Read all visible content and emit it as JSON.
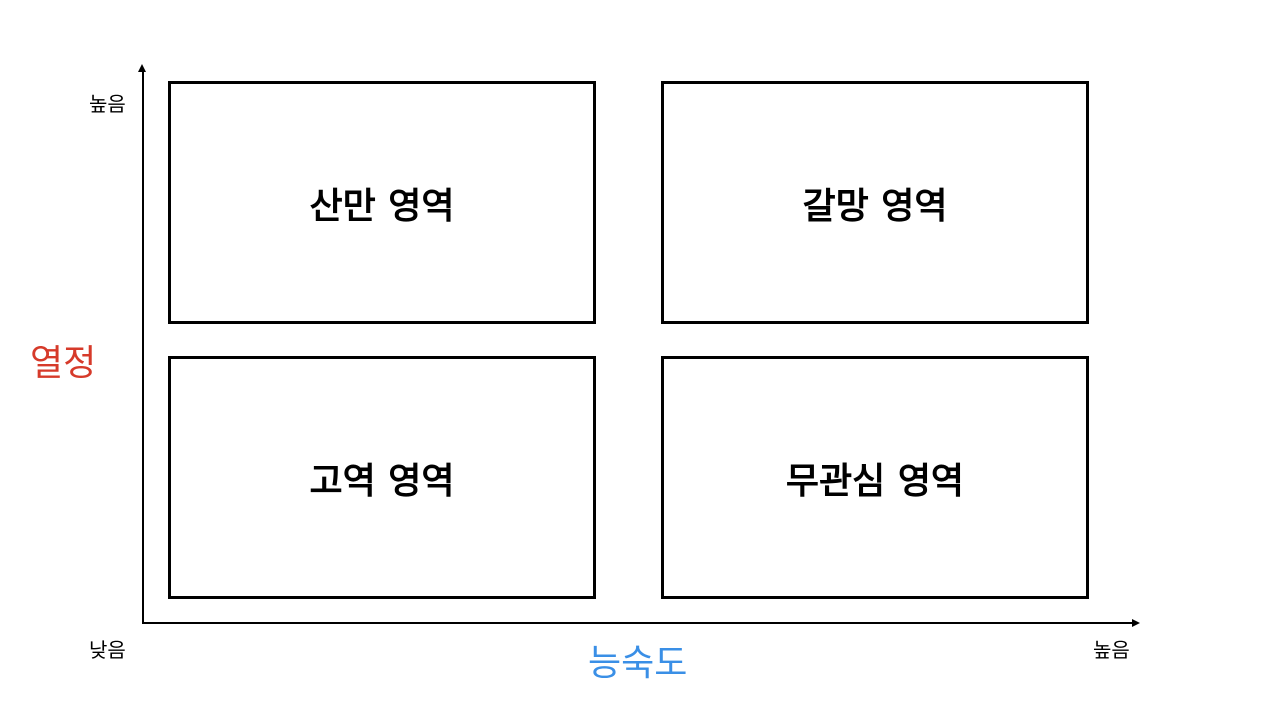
{
  "chart_data": {
    "type": "quadrant",
    "title": "",
    "xlabel": "능숙도",
    "ylabel": "열정",
    "x_axis": {
      "low": "낮음",
      "high": "높음",
      "color": "#3a8fe6"
    },
    "y_axis": {
      "low": "낮음",
      "high": "높음",
      "color": "#d63a2a"
    },
    "quadrants": [
      {
        "position": "top-left",
        "label": "산만 영역"
      },
      {
        "position": "top-right",
        "label": "갈망 영역"
      },
      {
        "position": "bottom-left",
        "label": "고역 영역"
      },
      {
        "position": "bottom-right",
        "label": "무관심 영역"
      }
    ]
  },
  "axes": {
    "y_label": "열정",
    "y_high": "높음",
    "x_label": "능숙도",
    "x_high": "높음",
    "origin_low": "낮음"
  },
  "quadrants": {
    "top_left": "산만 영역",
    "top_right": "갈망 영역",
    "bottom_left": "고역 영역",
    "bottom_right": "무관심 영역"
  }
}
